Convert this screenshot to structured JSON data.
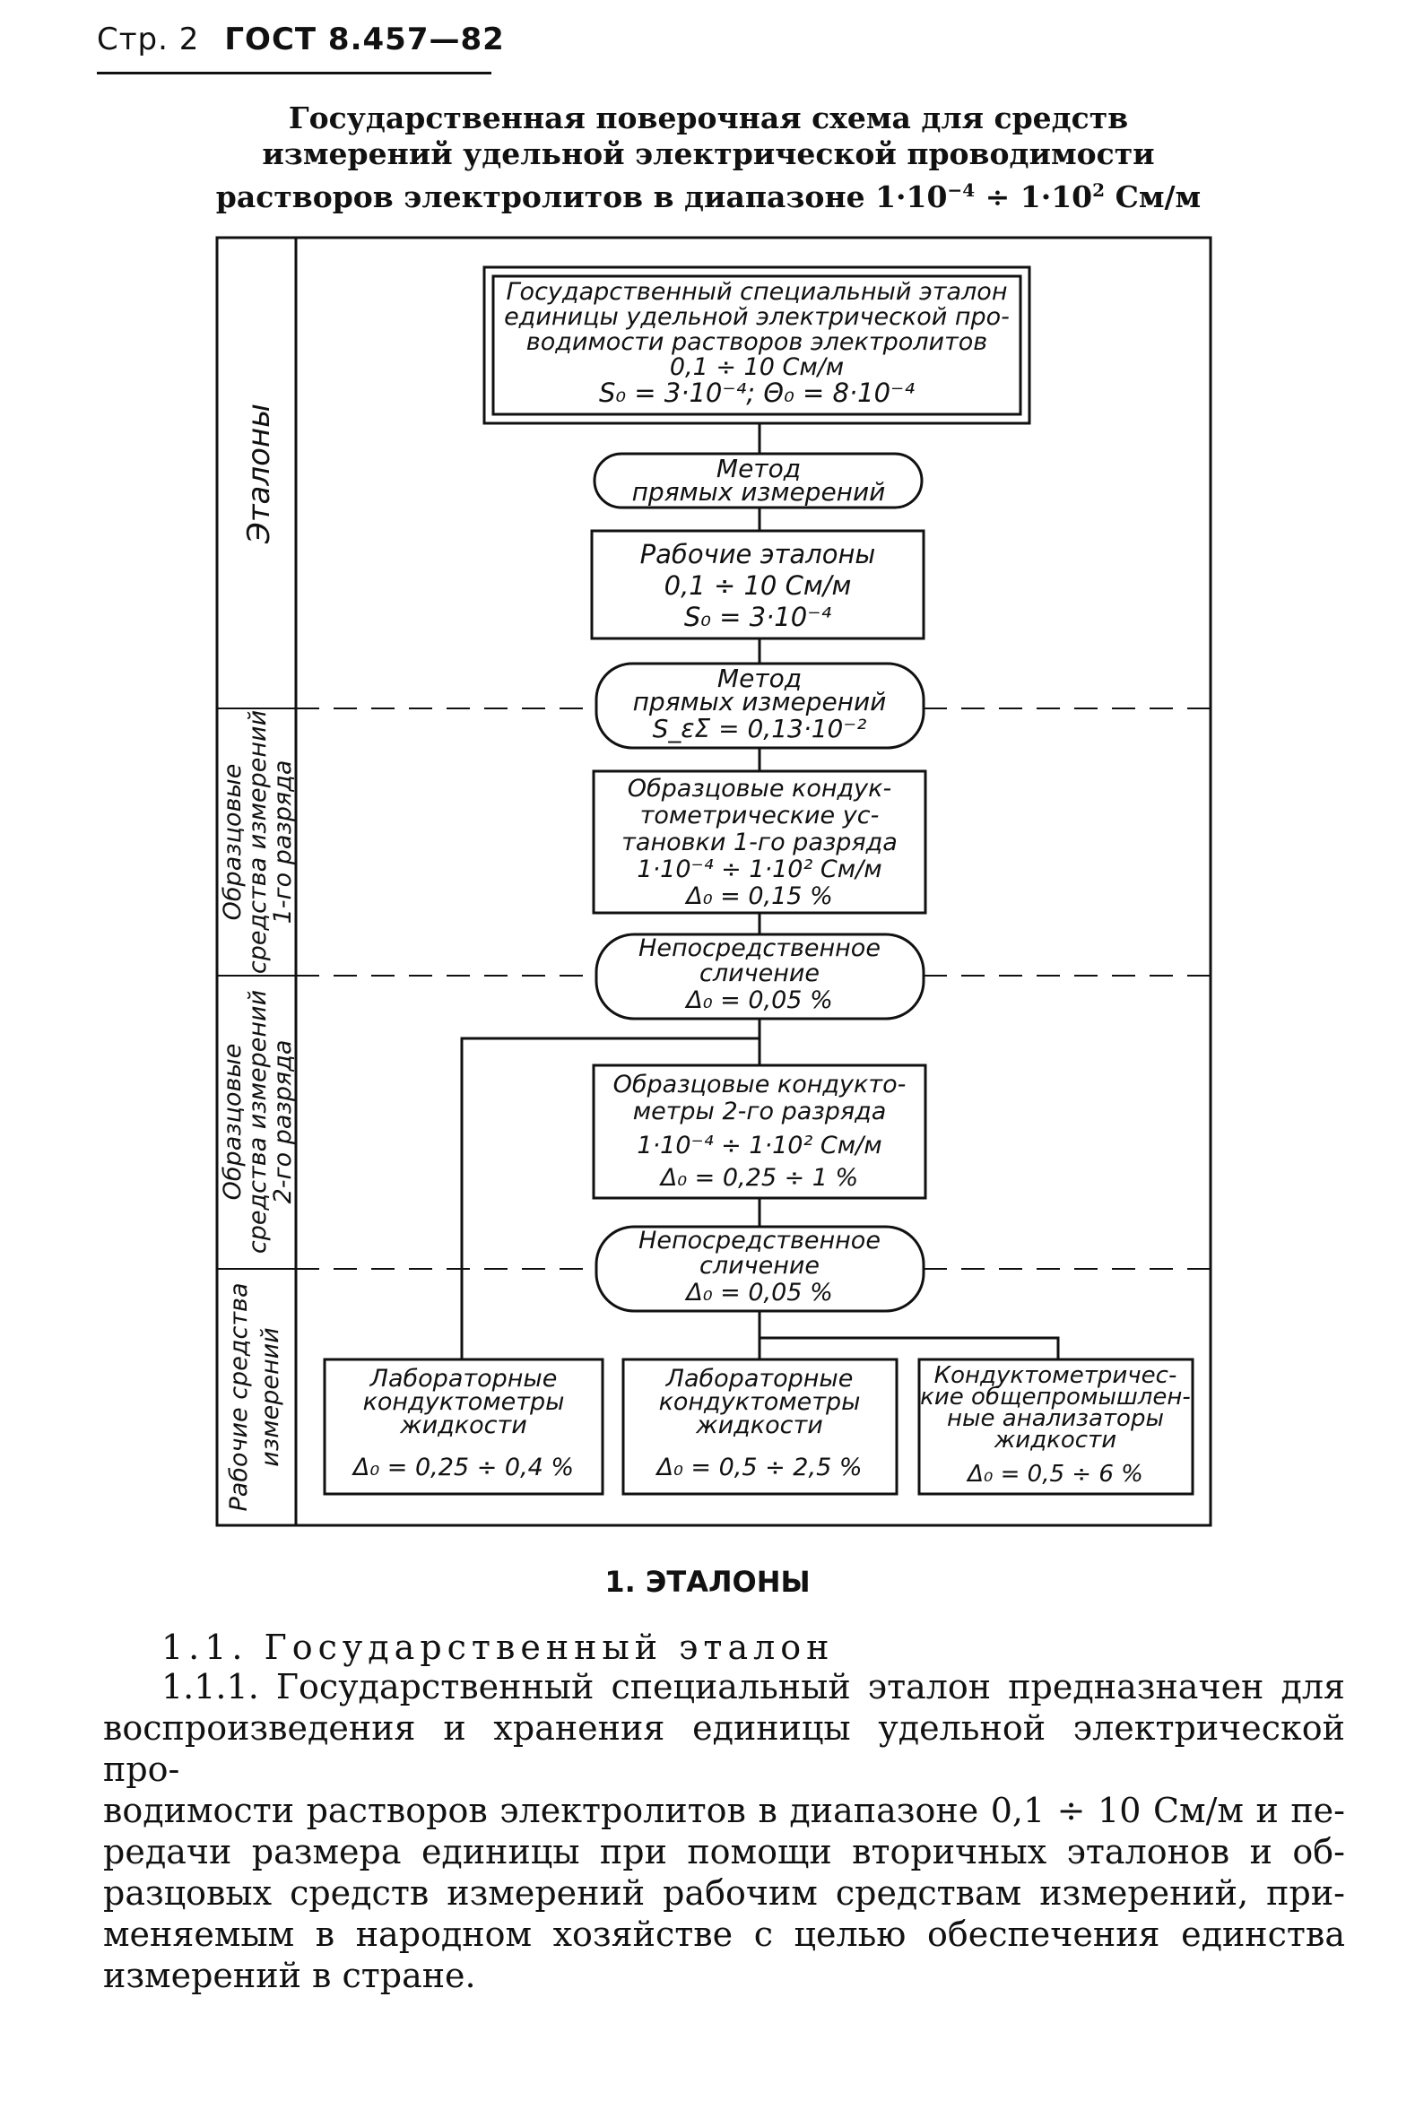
{
  "header": {
    "page": "Стр. 2",
    "standard": "ГОСТ 8.457—82"
  },
  "title": {
    "line1": "Государственная поверочная схема для средств",
    "line2": "измерений удельной электрической проводимости",
    "line3_main": "растворов электролитов в диапазоне 1·10",
    "line3_exp1": "−4",
    "line3_mid": " ÷ 1·10",
    "line3_exp2": "2",
    "line3_end": " См/м"
  },
  "schema": {
    "levels": [
      {
        "label_lines": [
          "Эталоны"
        ]
      },
      {
        "label_lines": [
          "Образцовые",
          "средства измерений",
          "1-го разряда"
        ]
      },
      {
        "label_lines": [
          "Образцовые",
          "средства измерений",
          "2-го разряда"
        ]
      },
      {
        "label_lines": [
          "Рабочие средства",
          "измерений"
        ]
      }
    ],
    "boxes": [
      {
        "id": "state-standard",
        "lines": [
          "Государственный специальный эталон",
          "единицы удельной электрической про-",
          "водимости растворов электролитов",
          "0,1 ÷ 10 См/м",
          "S₀ = 3·10⁻⁴;          Θ₀ = 8·10⁻⁴"
        ]
      },
      {
        "id": "working-standards",
        "lines": [
          "Рабочие эталоны",
          "0,1 ÷ 10 См/м",
          "S₀ = 3·10⁻⁴"
        ]
      },
      {
        "id": "exemplary-1",
        "lines": [
          "Образцовые кондук-",
          "тометрические ус-",
          "тановки 1-го разряда",
          "1·10⁻⁴ ÷ 1·10² См/м",
          "Δ₀ = 0,15 %"
        ]
      },
      {
        "id": "exemplary-2",
        "lines": [
          "Образцовые кондукто-",
          "метры 2-го разряда",
          "1·10⁻⁴ ÷ 1·10² См/м",
          "Δ₀ = 0,25 ÷ 1 %"
        ]
      },
      {
        "id": "lab-1",
        "lines": [
          "Лабораторные",
          "кондуктометры",
          "жидкости",
          "Δ₀ = 0,25 ÷ 0,4 %"
        ]
      },
      {
        "id": "lab-2",
        "lines": [
          "Лабораторные",
          "кондуктометры",
          "жидкости",
          "Δ₀ = 0,5 ÷ 2,5 %"
        ]
      },
      {
        "id": "industrial",
        "lines": [
          "Кондуктометричес-",
          "кие общепромышлен-",
          "ные анализаторы",
          "жидкости",
          "Δ₀ = 0,5 ÷ 6 %"
        ]
      }
    ],
    "methods": [
      {
        "id": "method-1",
        "lines": [
          "Метод",
          "прямых измерений"
        ]
      },
      {
        "id": "method-2",
        "lines": [
          "Метод",
          "прямых измерений",
          "S_εΣ = 0,13·10⁻²"
        ]
      },
      {
        "id": "method-3",
        "lines": [
          "Непосредственное",
          "сличение",
          "Δ₀ = 0,05 %"
        ]
      },
      {
        "id": "method-4",
        "lines": [
          "Непосредственное",
          "сличение",
          "Δ₀ = 0,05 %"
        ]
      }
    ]
  },
  "section": {
    "title": "1. ЭТАЛОНЫ"
  },
  "subsection": {
    "title": "1.1. Государственный эталон"
  },
  "paragraph": {
    "lines": [
      "1.1.1. Государственный специальный эталон предназначен для",
      "воспроизведения и хранения единицы удельной электрической про-",
      "водимости растворов электролитов в диапазоне 0,1 ÷ 10 См/м и пе-",
      "редачи размера единицы при помощи вторичных эталонов и об-",
      "разцовых средств измерений рабочим средствам измерений, при-",
      "меняемым в народном хозяйстве с целью обеспечения единства",
      "измерений в стране."
    ]
  }
}
